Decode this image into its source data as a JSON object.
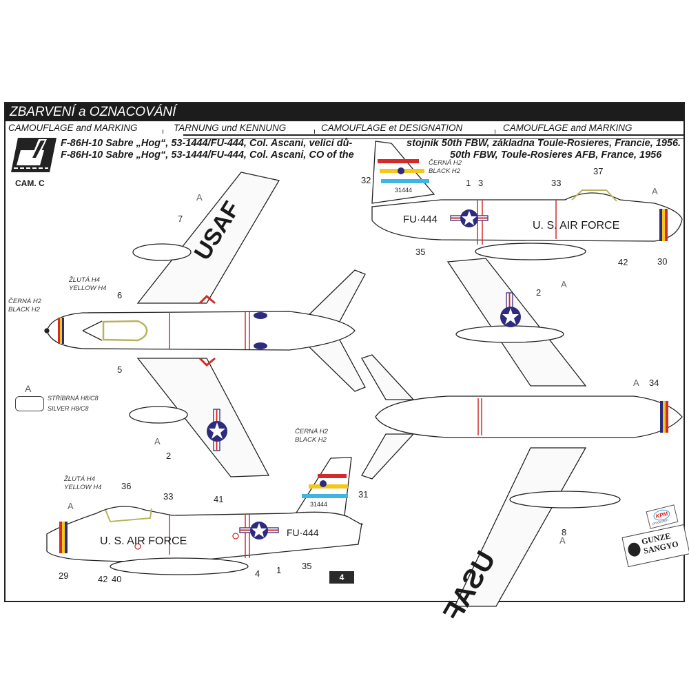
{
  "header": {
    "title": "ZBARVENÍ a OZNACOVÁNÍ",
    "subtitles": [
      "CAMOUFLAGE and MARKING",
      "TARNUNG und KENNUNG",
      "CAMOUFLAGE et DESIGNATION",
      "CAMOUFLAGE and MARKING"
    ]
  },
  "scheme": {
    "label": "CAM. C",
    "description_cz_1": "F-86H-10 Sabre „Hog“, 53-1444/FU-444, Col. Ascani, velící dů-",
    "description_cz_2": "stojník 50th FBW, základna Toule-Rosieres, Francie, 1956.",
    "description_en_1": "F-86H-10 Sabre „Hog“, 53-1444/FU-444, Col. Ascani, CO of the",
    "description_en_2": "50th FBW, Toule-Rosieres AFB, France, 1956"
  },
  "color_notes": {
    "black_cz": "ČERNÁ H2",
    "black_en": "BLACK H2",
    "yellow_cz": "ŽLUTÁ    H4",
    "yellow_en": "YELLOW H4",
    "silver_cz": "STŘÍBRNÁ H8/C8",
    "silver_en": "SILVER     H8/C8",
    "silver_code": "A"
  },
  "markings": {
    "wing_text": "USAF",
    "fuselage_text": "U. S. AIR  FORCE",
    "buzz_number": "FU·444",
    "tail_number": "31444"
  },
  "callouts": {
    "top_view": [
      "A",
      "7",
      "6",
      "5",
      "A",
      "2"
    ],
    "right_side": [
      "32",
      "1",
      "3",
      "33",
      "37",
      "A",
      "35",
      "42",
      "30"
    ],
    "bottom_view": [
      "2",
      "A",
      "A",
      "34",
      "8",
      "A"
    ],
    "left_side": [
      "36",
      "33",
      "41",
      "31",
      "A",
      "29",
      "42",
      "40",
      "4",
      "1",
      "35"
    ]
  },
  "colors": {
    "insignia_blue": "#2e2a7e",
    "red": "#d42a2a",
    "yellow": "#f2c81a",
    "light_blue": "#3fb5e6",
    "canopy_yellow": "#b8b35a"
  },
  "footer": {
    "page_number": "4",
    "brand_1": "GUNZE",
    "brand_2": "SANGYO",
    "producer": "KPM",
    "producer_sub": "production"
  }
}
